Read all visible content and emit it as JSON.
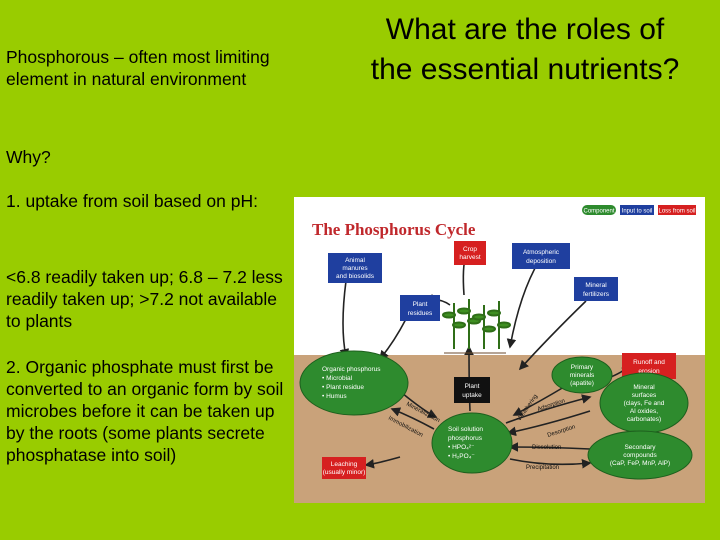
{
  "title": "What are the roles of the essential nutrients?",
  "left": {
    "intro": "Phosphorous – often most limiting element in natural environment",
    "why": "Why?",
    "point1": "1. uptake from soil based on pH:",
    "point1_detail": "<6.8 readily taken up; 6.8 – 7.2 less readily taken up; >7.2 not available to plants",
    "point2": "2. Organic phosphate must first be converted to an organic form by soil microbes before it can be taken up by the roots (some plants secrete phosphatase into soil)"
  },
  "diagram": {
    "title": "The Phosphorus Cycle",
    "legend": [
      "Component",
      "Input to soil",
      "Loss from soil"
    ],
    "nodes": {
      "animal_manures": [
        "Animal",
        "manures",
        "and biosolids"
      ],
      "crop_harvest": [
        "Crop",
        "harvest"
      ],
      "atmospheric_deposition": [
        "Atmospheric",
        "deposition"
      ],
      "mineral_fertilizers": [
        "Mineral",
        "fertilizers"
      ],
      "plant_residues": [
        "Plant",
        "residues"
      ],
      "organic_phosphorus": [
        "Organic phosphorus",
        "• Microbial",
        "• Plant residue",
        "• Humus"
      ],
      "plant_uptake": [
        "Plant",
        "uptake"
      ],
      "primary_minerals": [
        "Primary",
        "minerals",
        "(apatite)"
      ],
      "runoff_erosion": [
        "Runoff and",
        "erosion"
      ],
      "mineral_surfaces": [
        "Mineral",
        "surfaces",
        "(clays, Fe and",
        "Al oxides,",
        "carbonates)"
      ],
      "soil_solution": [
        "Soil solution",
        "phosphorus",
        "• HPO₄²⁻",
        "• H₂PO₄⁻"
      ],
      "secondary_compounds": [
        "Secondary",
        "compounds",
        "(CaP, FeP, MnP, AlP)"
      ],
      "leaching": [
        "Leaching",
        "(usually minor)"
      ]
    },
    "arrow_labels": {
      "mineralization": "Mineralization",
      "immobilization": "Immobilization",
      "weathering": "Weathering",
      "adsorption": "Adsorption",
      "desorption": "Desorption",
      "dissolution": "Dissolution",
      "precipitation": "Precipitation"
    }
  },
  "colors": {
    "background": "#99cc00",
    "sky": "#ffffff",
    "soil": "#c9a27a",
    "node_fill": "#2e8b2e",
    "input_fill": "#1f3f9f",
    "loss_fill": "#d62020",
    "title_red": "#c0282c"
  }
}
